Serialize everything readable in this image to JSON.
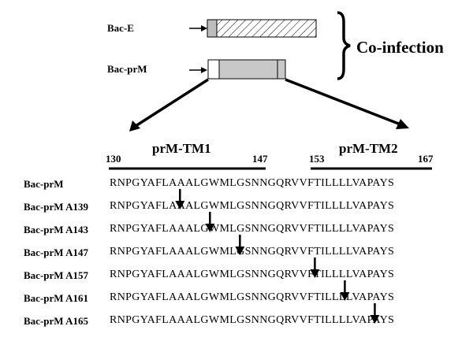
{
  "constructs": {
    "bac_e": "Bac-E",
    "bac_prm": "Bac-prM",
    "coinfection": "Co-infection"
  },
  "tm_regions": [
    {
      "name": "prM-TM1",
      "start": "130",
      "end": "147"
    },
    {
      "name": "prM-TM2",
      "start": "153",
      "end": "167"
    }
  ],
  "sequence_rows": [
    {
      "label": "Bac-prM",
      "sequence": "RNPGYAFLAAALGWMLGSNNGQRVVFTILLLLVAPAYS",
      "cut_index": null
    },
    {
      "label": "Bac-prM A139",
      "sequence": "RNPGYAFLAAALGWMLGSNNGQRVVFTILLLLVAPAYS",
      "cut_index": 9
    },
    {
      "label": "Bac-prM A143",
      "sequence": "RNPGYAFLAAALGWMLGSNNGQRVVFTILLLLVAPAYS",
      "cut_index": 13
    },
    {
      "label": "Bac-prM A147",
      "sequence": "RNPGYAFLAAALGWMLGSNNGQRVVFTILLLLVAPAYS",
      "cut_index": 17
    },
    {
      "label": "Bac-prM A157",
      "sequence": "RNPGYAFLAAALGWMLGSNNGQRVVFTILLLLVAPAYS",
      "cut_index": 27
    },
    {
      "label": "Bac-prM A161",
      "sequence": "RNPGYAFLAAALGWMLGSNNGQRVVFTILLLLVAPAYS",
      "cut_index": 31
    },
    {
      "label": "Bac-prM A165",
      "sequence": "RNPGYAFLAAALGWMLGSNNGQRVVFTILLLLVAPAYS",
      "cut_index": 35
    }
  ],
  "colors": {
    "prm_fill": "#c8c8c8",
    "hatch": "#000000"
  }
}
